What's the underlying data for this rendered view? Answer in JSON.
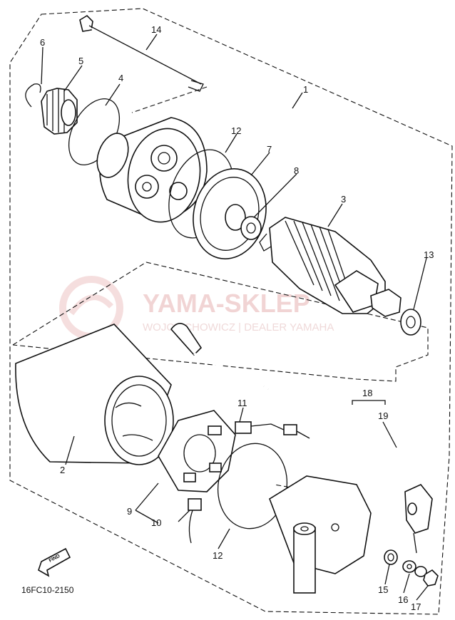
{
  "diagram": {
    "part_numbers": [
      "1",
      "2",
      "3",
      "4",
      "5",
      "6",
      "7",
      "8",
      "9",
      "10",
      "11",
      "12",
      "12",
      "13",
      "14",
      "15",
      "16",
      "17",
      "18",
      "19"
    ],
    "figure_code": "16FC10-2150",
    "find_label": "FIND",
    "watermark": {
      "title": "YAMA-SKLEP",
      "subtitle": "WOJCIECHOWICZ | DEALER YAMAHA",
      "color": "#e9b9b9"
    }
  }
}
